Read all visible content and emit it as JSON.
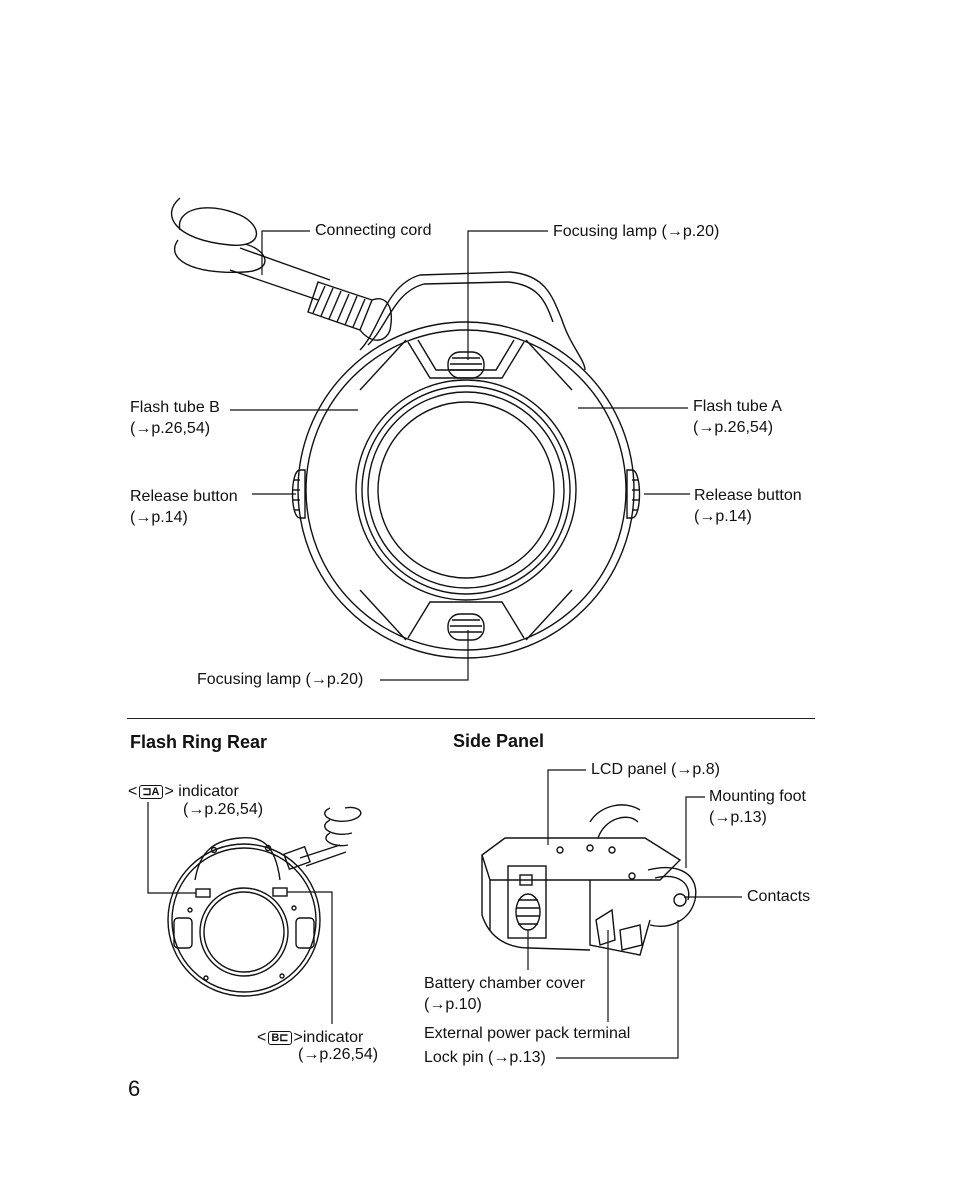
{
  "front": {
    "connecting_cord": "Connecting cord",
    "focusing_lamp_top": "Focusing lamp (→p.20)",
    "flash_tube_b": "Flash tube B",
    "flash_tube_b_ref": "(→p.26,54)",
    "flash_tube_a": "Flash tube A",
    "flash_tube_a_ref": "(→p.26,54)",
    "release_button_left": "Release button",
    "release_button_left_ref": "(→p.14)",
    "release_button_right": "Release button",
    "release_button_right_ref": "(→p.14)",
    "focusing_lamp_bottom": "Focusing lamp (→p.20)"
  },
  "rear": {
    "heading": "Flash Ring Rear",
    "a_indicator_pre": "<",
    "a_indicator_symbol": "⊐A",
    "a_indicator_post": "> indicator",
    "a_indicator_ref": "(→p.26,54)",
    "b_indicator_pre": "<",
    "b_indicator_symbol": "B⊏",
    "b_indicator_post": ">indicator",
    "b_indicator_ref": "(→p.26,54)"
  },
  "side": {
    "heading": "Side Panel",
    "lcd_panel": "LCD panel (→p.8)",
    "mounting_foot": "Mounting foot",
    "mounting_foot_ref": "(→p.13)",
    "contacts": "Contacts",
    "battery_cover": "Battery chamber cover",
    "battery_cover_ref": "(→p.10)",
    "external_power": "External power pack terminal",
    "lock_pin": "Lock pin (→p.13)"
  },
  "page_number": "6"
}
